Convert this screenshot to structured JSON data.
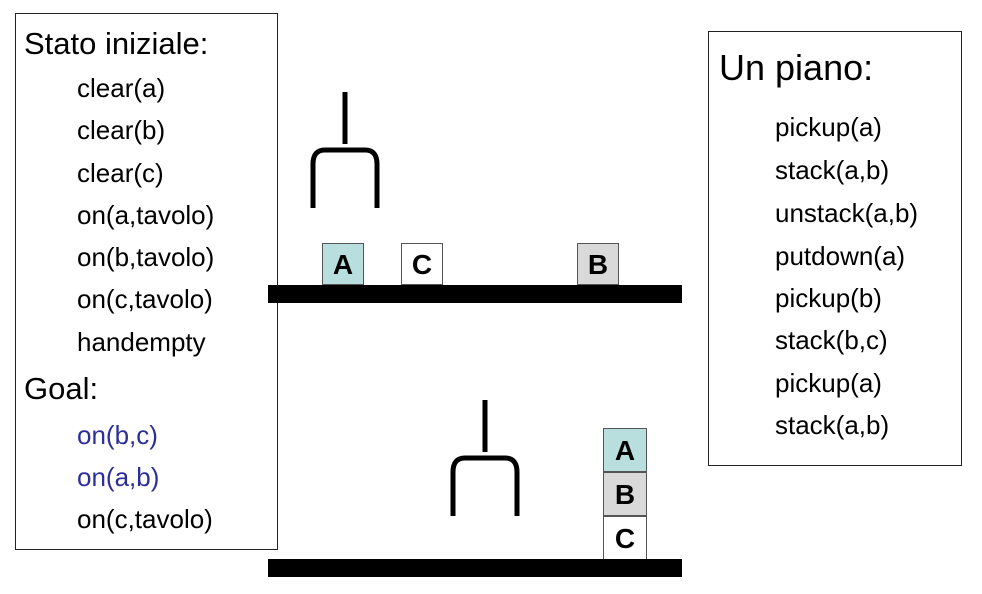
{
  "initial_state": {
    "heading": "Stato iniziale:",
    "facts": [
      "clear(a)",
      "clear(b)",
      "clear(c)",
      "on(a,tavolo)",
      "on(b,tavolo)",
      "on(c,tavolo)",
      "handempty"
    ]
  },
  "goal": {
    "heading": "Goal:",
    "facts": [
      {
        "text": "on(b,c)",
        "highlighted": true
      },
      {
        "text": "on(a,b)",
        "highlighted": true
      },
      {
        "text": "on(c,tavolo)",
        "highlighted": false
      }
    ]
  },
  "plan": {
    "heading": "Un piano:",
    "steps": [
      "pickup(a)",
      "stack(a,b)",
      "unstack(a,b)",
      "putdown(a)",
      "pickup(b)",
      "stack(b,c)",
      "pickup(a)",
      "stack(a,b)"
    ]
  },
  "scene_initial": {
    "blocks": [
      {
        "label": "A",
        "color": "#b8dede"
      },
      {
        "label": "C",
        "color": "#ffffff"
      },
      {
        "label": "B",
        "color": "#d9d9d9"
      }
    ]
  },
  "scene_goal": {
    "stack": [
      {
        "label": "A",
        "color": "#b8dede"
      },
      {
        "label": "B",
        "color": "#d9d9d9"
      },
      {
        "label": "C",
        "color": "#ffffff"
      }
    ]
  },
  "colors": {
    "goal_highlight": "#2e2e9a",
    "border": "#222222"
  },
  "icons": {
    "gripper": "robot-gripper-icon"
  }
}
